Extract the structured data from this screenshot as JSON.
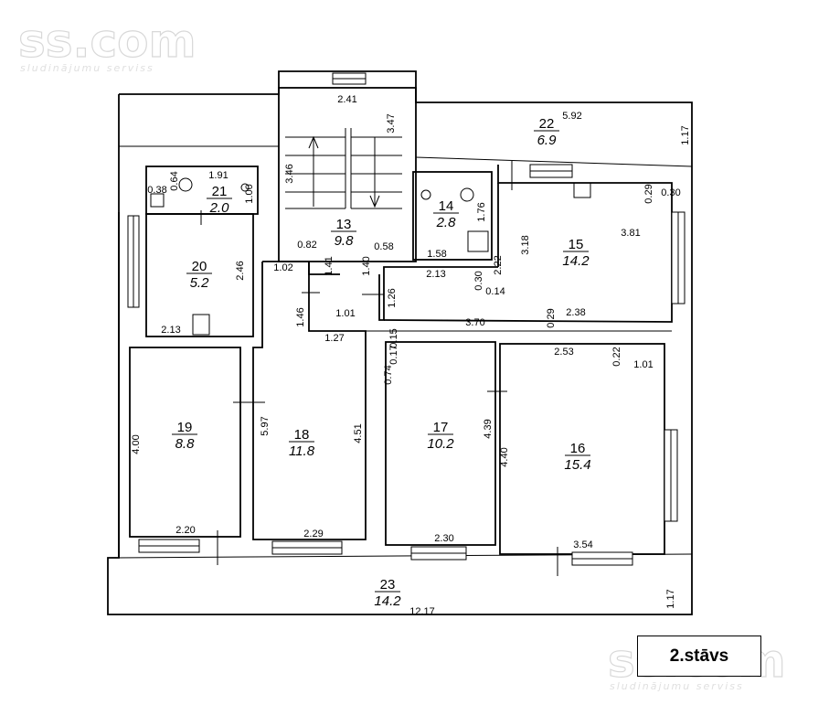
{
  "watermark": {
    "logo_text": "ss.com",
    "tagline": "sludinājumu serviss"
  },
  "floor_label": "2.stāvs",
  "rooms": [
    {
      "id": "13",
      "area": "9.8"
    },
    {
      "id": "14",
      "area": "2.8"
    },
    {
      "id": "15",
      "area": "14.2"
    },
    {
      "id": "16",
      "area": "15.4"
    },
    {
      "id": "17",
      "area": "10.2"
    },
    {
      "id": "18",
      "area": "11.8"
    },
    {
      "id": "19",
      "area": "8.8"
    },
    {
      "id": "20",
      "area": "5.2"
    },
    {
      "id": "21",
      "area": "2.0"
    },
    {
      "id": "22",
      "area": "6.9"
    },
    {
      "id": "23",
      "area": "14.2"
    }
  ],
  "dimensions": [
    "2.41",
    "3.47",
    "5.92",
    "1.17",
    "3.46",
    "1.91",
    "0.64",
    "0.38",
    "1.00",
    "1.76",
    "1.58",
    "3.18",
    "3.81",
    "0.29",
    "0.30",
    "0.82",
    "0.58",
    "1.41",
    "1.40",
    "2.13",
    "0.30",
    "0.14",
    "2.22",
    "1.02",
    "2.46",
    "1.26",
    "1.46",
    "1.01",
    "3.70",
    "0.29",
    "2.38",
    "2.13",
    "1.27",
    "0.15",
    "0.17",
    "0.74",
    "2.53",
    "0.22",
    "1.01",
    "4.00",
    "5.97",
    "4.51",
    "4.39",
    "4.40",
    "2.20",
    "2.29",
    "2.30",
    "3.54",
    "1.17",
    "12.17"
  ]
}
